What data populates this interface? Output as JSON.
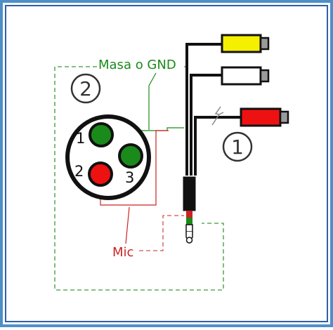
{
  "labels": {
    "ground": "Masa o GND",
    "mic": "Mic",
    "badge_connector": "2",
    "badge_plug": "1",
    "pin_1": "1",
    "pin_2": "2",
    "pin_3": "3"
  },
  "colors": {
    "frame_outer": "#4f8fc8",
    "frame_inner": "#2e5fa6",
    "ground_green": "#1a8a1a",
    "mic_red": "#cc2222",
    "dash_green": "#3a9a3a",
    "dash_red": "#d05050",
    "rca_yellow": "#f5f000",
    "rca_white": "#ffffff",
    "rca_red": "#ee1111",
    "rca_tip": "#9a9a9a",
    "plug_black": "#111111"
  },
  "icons": {
    "lightning": "lightning-icon",
    "connector_badge": "circled-number-badge",
    "plug_badge": "circled-number-badge"
  }
}
